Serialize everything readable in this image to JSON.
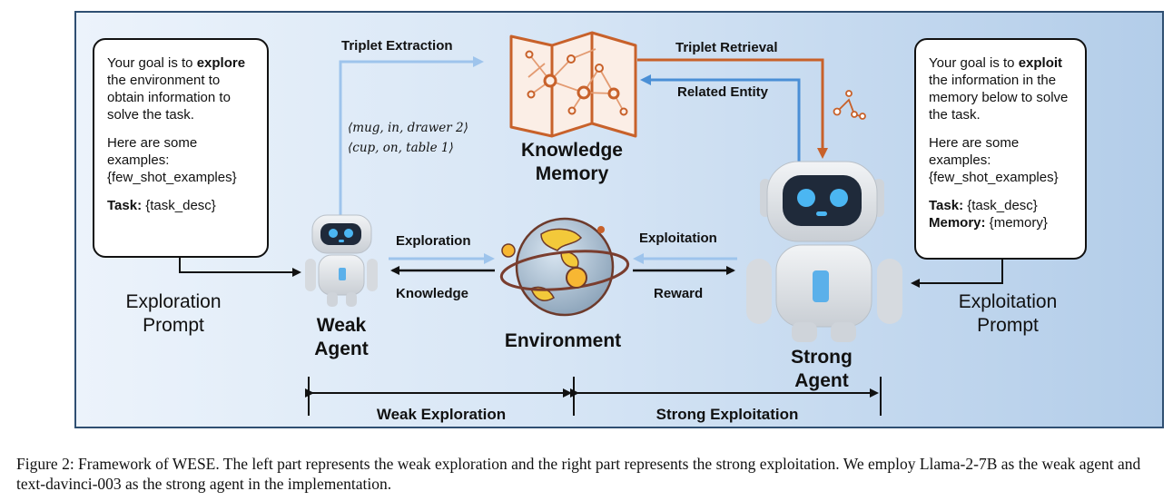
{
  "left_prompt": {
    "line1_pre": "Your goal is to ",
    "line1_bold": "explore",
    "line1_post": " the environment to obtain information to solve the task.",
    "line2": "Here are some examples: {few_shot_examples}",
    "task_label": "Task:",
    "task_value": " {task_desc}",
    "caption": "Exploration Prompt"
  },
  "right_prompt": {
    "line1_pre": "Your goal is to ",
    "line1_bold": "exploit",
    "line1_post": " the information in the memory below  to solve the task.",
    "line2": "Here are some examples: {few_shot_examples}",
    "task_label": "Task:",
    "task_value": " {task_desc}",
    "memory_label": "Memory:",
    "memory_value": " {memory}",
    "caption": "Exploitation Prompt"
  },
  "nodes": {
    "weak_agent": "Weak Agent",
    "strong_agent": "Strong Agent",
    "environment": "Environment",
    "knowledge_memory": "Knowledge Memory"
  },
  "edges": {
    "triplet_extraction": "Triplet Extraction",
    "triplet_retrieval": "Triplet Retrieval",
    "related_entity": "Related Entity",
    "exploration": "Exploration",
    "knowledge": "Knowledge",
    "exploitation": "Exploitation",
    "reward": "Reward"
  },
  "triplets": [
    "⟨mug, in, drawer 2⟩",
    "⟨cup, on, table 1⟩"
  ],
  "phases": {
    "weak_exploration": "Weak Exploration",
    "strong_exploitation": "Strong Exploitation"
  },
  "caption": "Figure 2: Framework of WESE. The left part represents the weak exploration and the right part represents the strong exploitation. We employ Llama-2-7B as the weak agent and text-davinci-003 as the strong agent in the implementation.",
  "colors": {
    "light_arrow": "#9ec4ec",
    "blue_arrow": "#4a8fd6",
    "orange": "#c8612a",
    "dark": "#111111"
  }
}
